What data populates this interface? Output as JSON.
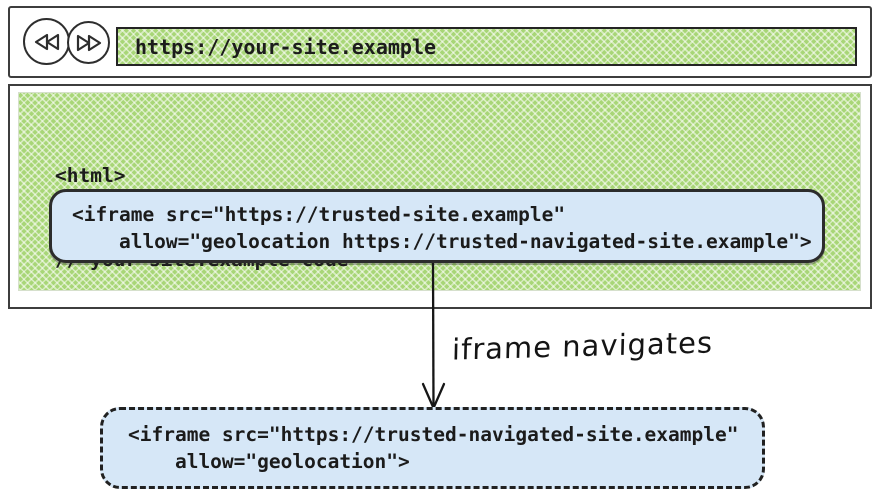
{
  "browser": {
    "url": "https://your-site.example",
    "back_icon": "rewind-icon",
    "forward_icon": "fast-forward-icon"
  },
  "page_code": {
    "html_open": "<html>",
    "comment": "// your-site.example code"
  },
  "iframe_box": {
    "line1": "<iframe src=\"https://trusted-site.example\"",
    "line2": "    allow=\"geolocation https://trusted-navigated-site.example\">"
  },
  "arrow": {
    "label": "iframe navigates"
  },
  "navigated_iframe_box": {
    "line1": "<iframe src=\"https://trusted-navigated-site.example\"",
    "line2": "    allow=\"geolocation\">"
  },
  "colors": {
    "green_fill": "#a8d677",
    "blue_fill": "#d6e7f7",
    "ink": "#2c2c2c"
  }
}
